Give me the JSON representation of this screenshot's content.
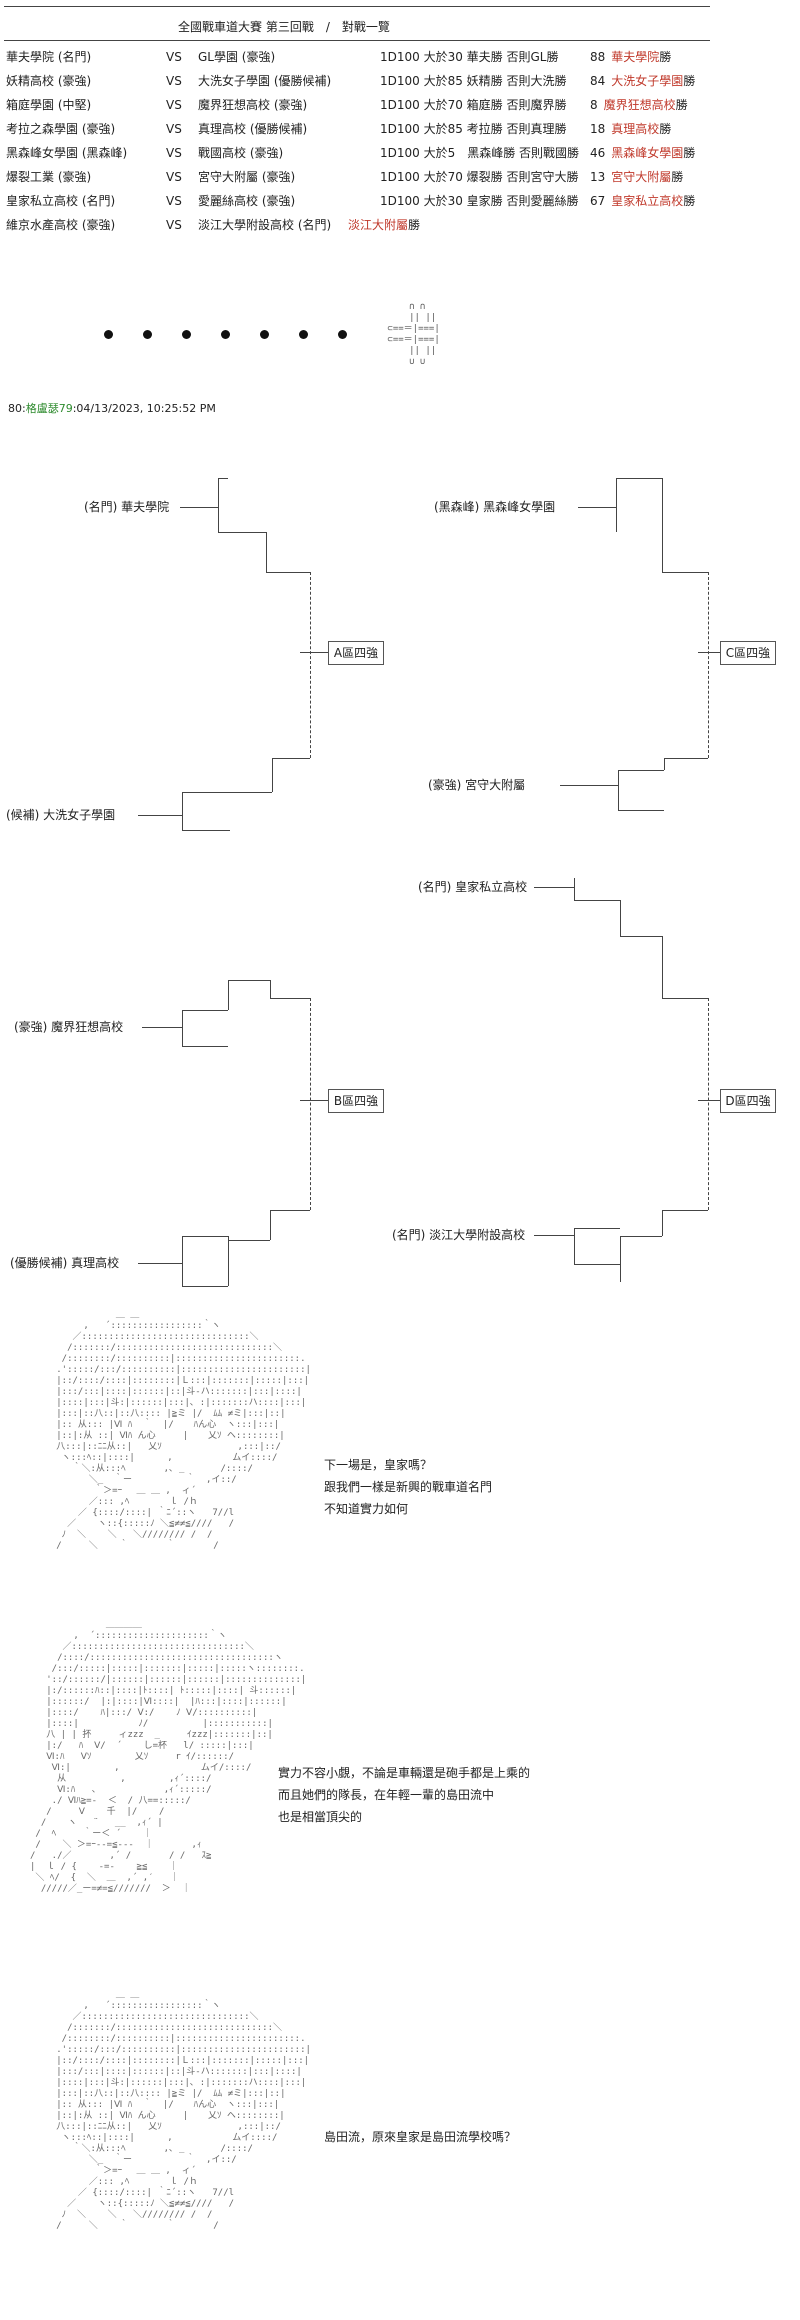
{
  "header": {
    "title": "全國戰車道大賽 第三回戰　/　對戰一覽"
  },
  "matches": [
    {
      "left": "華夫學院 (名門)",
      "vs": "VS",
      "right": "GL學園 (豪強)",
      "roll": "1D100 大於30 華夫勝 否則GL勝",
      "result_num": "88",
      "result_school": "華夫學院",
      "result_suffix": "勝"
    },
    {
      "left": "妖精高校 (豪強)",
      "vs": "VS",
      "right": "大洗女子學園 (優勝候補)",
      "roll": "1D100 大於85 妖精勝 否則大洗勝",
      "result_num": "84",
      "result_school": "大洗女子學園",
      "result_suffix": "勝"
    },
    {
      "left": "箱庭學園 (中堅)",
      "vs": "VS",
      "right": "魔界狂想高校 (豪強)",
      "roll": "1D100 大於70 箱庭勝 否則魔界勝",
      "result_num": "8",
      "result_school": "魔界狂想高校",
      "result_suffix": "勝"
    },
    {
      "left": "考拉之森學園 (豪強)",
      "vs": "VS",
      "right": "真理高校 (優勝候補)",
      "roll": "1D100 大於85 考拉勝 否則真理勝",
      "result_num": "18",
      "result_school": "真理高校",
      "result_suffix": "勝"
    },
    {
      "left": "黑森峰女學園 (黑森峰)",
      "vs": "VS",
      "right": "戰國高校 (豪強)",
      "roll": "1D100 大於5　黑森峰勝 否則戰國勝",
      "result_num": "46",
      "result_school": "黑森峰女學園",
      "result_suffix": "勝"
    },
    {
      "left": "爆裂工業 (豪強)",
      "vs": "VS",
      "right": "宮守大附屬 (豪強)",
      "roll": "1D100 大於70 爆裂勝 否則宮守大勝",
      "result_num": "13",
      "result_school": "宮守大附屬",
      "result_suffix": "勝"
    },
    {
      "left": "皇家私立高校 (名門)",
      "vs": "VS",
      "right": "愛麗絲高校 (豪強)",
      "roll": "1D100 大於30 皇家勝 否則愛麗絲勝",
      "result_num": "67",
      "result_school": "皇家私立高校",
      "result_suffix": "勝"
    },
    {
      "left": "維京水產高校 (豪強)",
      "vs": "VS",
      "right": "淡江大學附設高校 (名門)",
      "roll": "",
      "result_num": "",
      "result_school": "淡江大附屬",
      "result_suffix": "勝"
    }
  ],
  "post_meta": {
    "number": "80:",
    "author": "格盧瑟79",
    "timestamp": ":04/13/2023, 10:25:52 PM"
  },
  "bracket": {
    "a_top": "(名門) 華夫學院",
    "a_bottom": "(候補)  大洗女子學園",
    "a_label": "A區四強",
    "b_top": "(豪強)  魔界狂想高校",
    "b_bottom": "(優勝候補)  真理高校",
    "b_label": "B區四強",
    "c_top": "(黑森峰)  黑森峰女學園",
    "c_bottom": "(豪強)  宮守大附屬",
    "c_label": "C區四強",
    "d_top": "(名門) 皇家私立高校",
    "d_bottom": "(名門) 淡江大學附設高校",
    "d_label": "D區四強"
  },
  "dialogue": {
    "panel1": [
      "下一場是，皇家嗎？",
      "跟我們一樣是新興的戰車道名門",
      "不知道實力如何"
    ],
    "panel2": [
      "實力不容小覷，不論是車輛還是砲手都是上乘的",
      "而且她們的隊長，在年輕一輩的島田流中",
      "也是相當頂尖的"
    ],
    "panel3": [
      "島田流，原來皇家是島田流學校嗎？"
    ]
  },
  "colors": {
    "winner": "#c0392b",
    "author": "#2e8b2e"
  }
}
